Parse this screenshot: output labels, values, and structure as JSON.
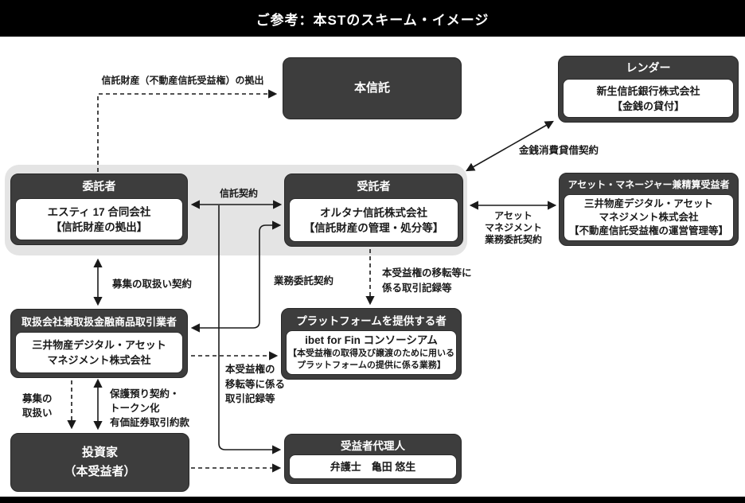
{
  "title": "ご参考：本STのスキーム・イメージ",
  "nodes": {
    "main_trust": {
      "label": "本信託"
    },
    "lender": {
      "header": "レンダー",
      "lines": [
        "新生信託銀行株式会社",
        "【金銭の貸付】"
      ]
    },
    "settlor": {
      "header": "委託者",
      "lines": [
        "エスティ 17 合同会社",
        "【信託財産の拠出】"
      ]
    },
    "trustee": {
      "header": "受託者",
      "lines": [
        "オルタナ信託株式会社",
        "【信託財産の管理・処分等】"
      ]
    },
    "asset_manager": {
      "header": "アセット・マネージャー兼精算受益者",
      "lines": [
        "三井物産デジタル・アセット",
        "マネジメント株式会社",
        "【不動産信託受益権の運営管理等】"
      ]
    },
    "handling_company": {
      "header": "取扱会社兼取扱金融商品取引業者",
      "lines": [
        "三井物産デジタル・アセット",
        "マネジメント株式会社"
      ]
    },
    "platform_provider": {
      "header": "プラットフォームを提供する者",
      "lines": [
        "ibet for Fin コンソーシアム",
        "【本受益権の取得及び譲渡のために用いる",
        "プラットフォームの提供に係る業務】"
      ]
    },
    "investor": {
      "lines": [
        "投資家",
        "（本受益者）"
      ]
    },
    "beneficiary_agent": {
      "header": "受益者代理人",
      "lines": [
        "弁護士　亀田 悠生"
      ]
    }
  },
  "edge_labels": {
    "contribution": "信託財産（不動産信託受益権）の拠出",
    "loan": "金銭消費貸借契約",
    "trust_agreement": "信託契約",
    "am_l1": "アセット",
    "am_l2": "マネジメント",
    "am_l3": "業務委託契約",
    "outsourcing": "業務委託契約",
    "records_right_l1": "本受益権の移転等に",
    "records_right_l2": "係る取引記録等",
    "offering_contract": "募集の取扱い契約",
    "records_left_l1": "本受益権の",
    "records_left_l2": "移転等に係る",
    "records_left_l3": "取引記録等",
    "offering_l1": "募集の",
    "offering_l2": "取扱い",
    "custody_l1": "保護預り契約・",
    "custody_l2": "トークン化",
    "custody_l3": "有価証券取引約款"
  },
  "colors": {
    "bar": "#000000",
    "node_dark": "#3d3d3d",
    "band": "#e4e4e4",
    "line": "#1a1a1a"
  }
}
